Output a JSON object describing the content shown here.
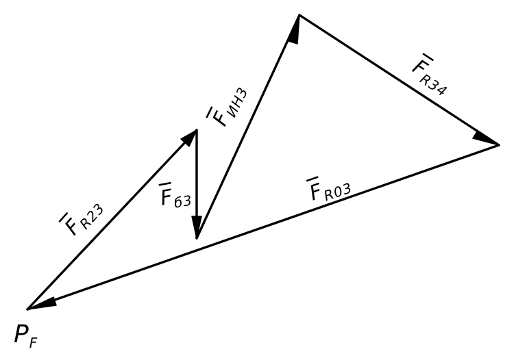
{
  "diagram": {
    "pole": {
      "main": "P",
      "sub": "F"
    },
    "vectors": [
      {
        "id": "fr23",
        "main": "F",
        "sub": "R23"
      },
      {
        "id": "fb3",
        "main": "F",
        "sub": "б3"
      },
      {
        "id": "fmh3",
        "main": "F",
        "sub": "ИН3"
      },
      {
        "id": "fr34",
        "main": "F",
        "sub": "R34"
      },
      {
        "id": "fr03",
        "main": "F",
        "sub": "R03"
      }
    ]
  }
}
